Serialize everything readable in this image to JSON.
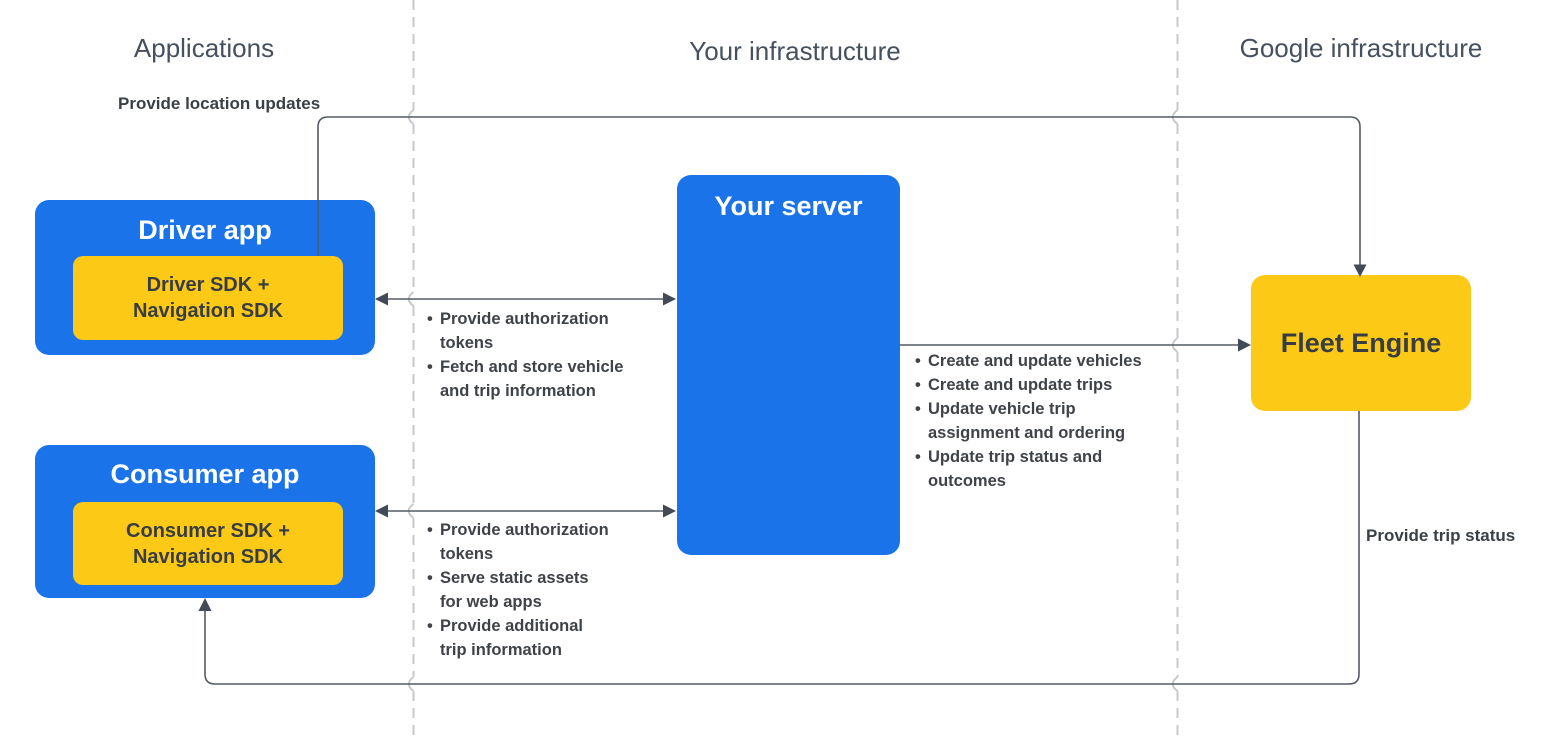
{
  "columns": {
    "applications": {
      "label": "Applications"
    },
    "your_infrastructure": {
      "label": "Your infrastructure"
    },
    "google_infrastructure": {
      "label": "Google infrastructure"
    }
  },
  "nodes": {
    "driver_app": {
      "title": "Driver app",
      "sdk": "Driver SDK +\nNavigation SDK"
    },
    "consumer_app": {
      "title": "Consumer app",
      "sdk": "Consumer SDK +\nNavigation SDK"
    },
    "your_server": {
      "title": "Your server"
    },
    "fleet_engine": {
      "title": "Fleet Engine"
    }
  },
  "edges": {
    "location_updates": {
      "label": "Provide location updates"
    },
    "trip_status": {
      "label": "Provide trip status"
    },
    "driver_server": {
      "bullets": [
        "Provide authorization\ntokens",
        "Fetch and store vehicle\nand trip information"
      ]
    },
    "server_fleet": {
      "bullets": [
        "Create and update vehicles",
        "Create and update trips",
        "Update vehicle trip\nassignment and ordering",
        "Update trip status and\noutcomes"
      ]
    },
    "consumer_server": {
      "bullets": [
        "Provide authorization\ntokens",
        "Serve static assets\nfor web apps",
        "Provide additional\ntrip information"
      ]
    }
  },
  "colors": {
    "node_blue": "#1a73e8",
    "node_yellow": "#fcc917",
    "wire": "#555a64",
    "dashed_divider": "#c5c8ce",
    "heading_text": "#46505e",
    "body_text": "#3f4347"
  }
}
